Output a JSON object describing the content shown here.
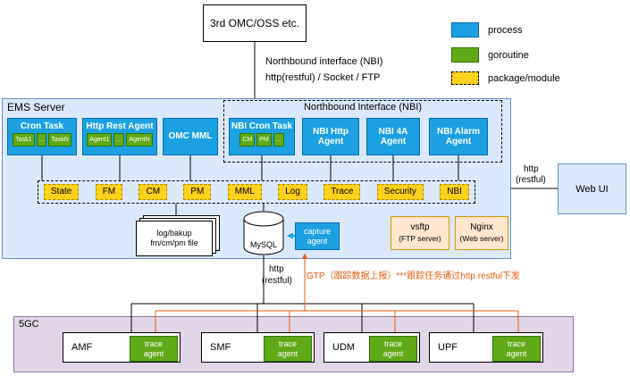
{
  "colors": {
    "process": "#1ba1e2",
    "process-border": "#006eaf",
    "goroutine": "#60a917",
    "goroutine-border": "#2d7600",
    "module": "#ffd11a",
    "ems-fill": "#dae8fc",
    "ems-border": "#6c8ebf",
    "fivegc-fill": "#e1d5e7",
    "fivegc-border": "#9673a6",
    "server-fill": "#ffe6cc",
    "server-border": "#d79b00",
    "accent": "#e8590c"
  },
  "external": {
    "label": "3rd OMC/OSS etc."
  },
  "legend": {
    "process": "process",
    "goroutine": "goroutine",
    "package": "package/module"
  },
  "northbound_note": {
    "line1": "Northbound interface (NBI)",
    "line2": "http(restful) / Socket / FTP"
  },
  "ems": {
    "title": "EMS Server",
    "cron_task": {
      "title": "Cron Task",
      "items": [
        "Task1",
        "...",
        "TaskN"
      ]
    },
    "http_rest_agent": {
      "title": "Http Rest Agent",
      "items": [
        "Agent1",
        "...",
        "AgentN"
      ]
    },
    "omc_mml": {
      "title": "OMC MML"
    },
    "nbi": {
      "title": "Northbound Interface (NBI)",
      "cron_task": {
        "title": "NBI Cron Task",
        "items": [
          "CM",
          "PM",
          "..."
        ]
      },
      "http_agent": {
        "title": "NBI Http Agent"
      },
      "four_a_agent": {
        "title": "NBI 4A Agent"
      },
      "alarm_agent": {
        "title": "NBI Alarm Agent"
      }
    },
    "modules": [
      "State",
      "FM",
      "CM",
      "PM",
      "MML",
      "Log",
      "Trace",
      "Security",
      "NBI"
    ],
    "file_store": {
      "line1": "log/bakup",
      "line2": "fm/cm/pm file"
    },
    "database": {
      "label": "MySQL"
    },
    "capture_agent": {
      "label": "capture agent"
    },
    "vsftp": {
      "name": "vsftp",
      "desc": "(FTP server)"
    },
    "nginx": {
      "name": "Nginx",
      "desc": "(Web server)"
    }
  },
  "web_ui": {
    "label": "Web UI",
    "link_line1": "http",
    "link_line2": "(restful)"
  },
  "south": {
    "link_line1": "http",
    "link_line2": "(restful)",
    "note": "GTP（跟踪数据上报）***跟踪任务通过http restful下发"
  },
  "five_gc": {
    "title": "5GC",
    "nodes": [
      {
        "name": "AMF",
        "agent": "trace agent"
      },
      {
        "name": "SMF",
        "agent": "trace agent"
      },
      {
        "name": "UDM",
        "agent": "trace agent"
      },
      {
        "name": "UPF",
        "agent": "trace agent"
      }
    ]
  }
}
